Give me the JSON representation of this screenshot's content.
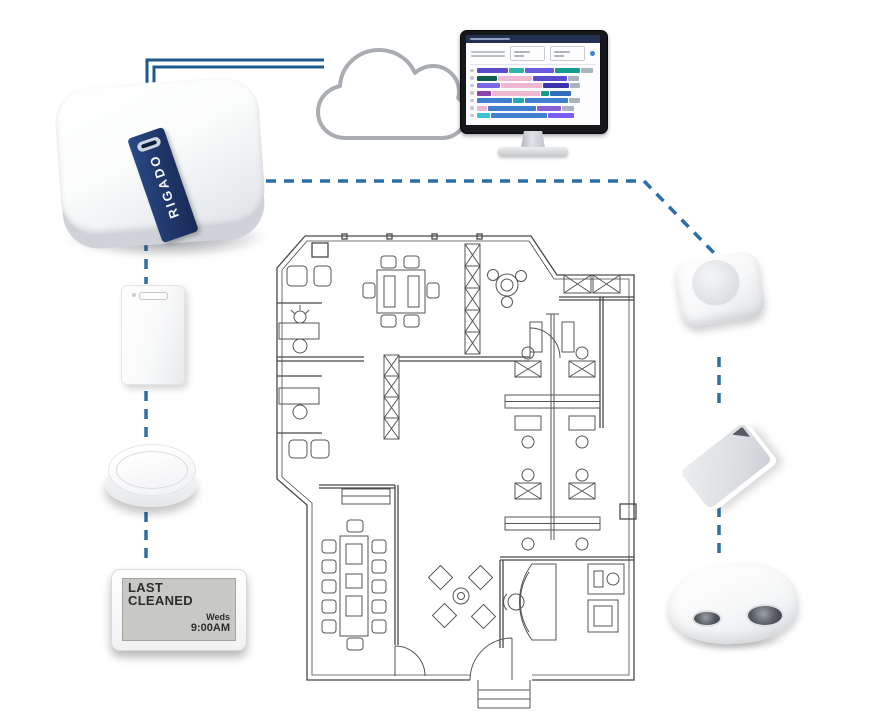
{
  "diagram": {
    "description": "IoT smart-building system diagram: Rigado gateway connected to cloud dashboard and wireless sensors around an office floor plan",
    "colors": {
      "solid_connector": "#1d5a8c",
      "dashed_connector": "#2e6ea6",
      "gateway_band": "#1f3668",
      "eink_screen": "#c8c9c5",
      "background": "#ffffff"
    },
    "icons": {
      "cloud": "cloud-icon",
      "monitor": "dashboard-monitor-icon",
      "gateway": "gateway-device-icon",
      "door_sensor": "door-window-sensor-icon",
      "smart_button": "smart-button-icon",
      "eink_display": "e-ink-display-icon",
      "motion_sensor": "motion-sensor-icon",
      "beacon_card": "beacon-card-icon",
      "occupancy_sensor": "ceiling-occupancy-sensor-icon",
      "floor_plan": "office-floor-plan"
    }
  },
  "gateway": {
    "label": "RIGADO"
  },
  "display": {
    "line1": "LAST",
    "line2": "CLEANED",
    "day": "Weds",
    "time": "9:00AM"
  },
  "monitor": {
    "rows": [
      [
        [
          "#5b4ccc",
          26
        ],
        [
          "#2fb5a6",
          13
        ],
        [
          "#6a5ae0",
          24
        ],
        [
          "#169a8d",
          21
        ],
        [
          "#aab3bc",
          10
        ]
      ],
      [
        [
          "#0f5f4f",
          17
        ],
        [
          "#f0b7d2",
          29
        ],
        [
          "#5b4ccc",
          28
        ],
        [
          "#aab3bc",
          9
        ]
      ],
      [
        [
          "#7a68e8",
          20
        ],
        [
          "#f0b7d2",
          34
        ],
        [
          "#3d33a8",
          22
        ],
        [
          "#aab3bc",
          8
        ]
      ],
      [
        [
          "#8e44ad",
          12
        ],
        [
          "#f0b7d2",
          40
        ],
        [
          "#169a8d",
          7
        ],
        [
          "#2f6fbe",
          18
        ]
      ],
      [
        [
          "#3e7fd0",
          30
        ],
        [
          "#1fa8b8",
          9
        ],
        [
          "#3e7fd0",
          36
        ],
        [
          "#aab3bc",
          9
        ]
      ],
      [
        [
          "#f0b7d2",
          9
        ],
        [
          "#3e7fd0",
          40
        ],
        [
          "#8a5fd6",
          20
        ],
        [
          "#aab3bc",
          10
        ]
      ],
      [
        [
          "#39c2d7",
          11
        ],
        [
          "#3e7fd0",
          47
        ],
        [
          "#7b5cf0",
          22
        ]
      ]
    ]
  }
}
